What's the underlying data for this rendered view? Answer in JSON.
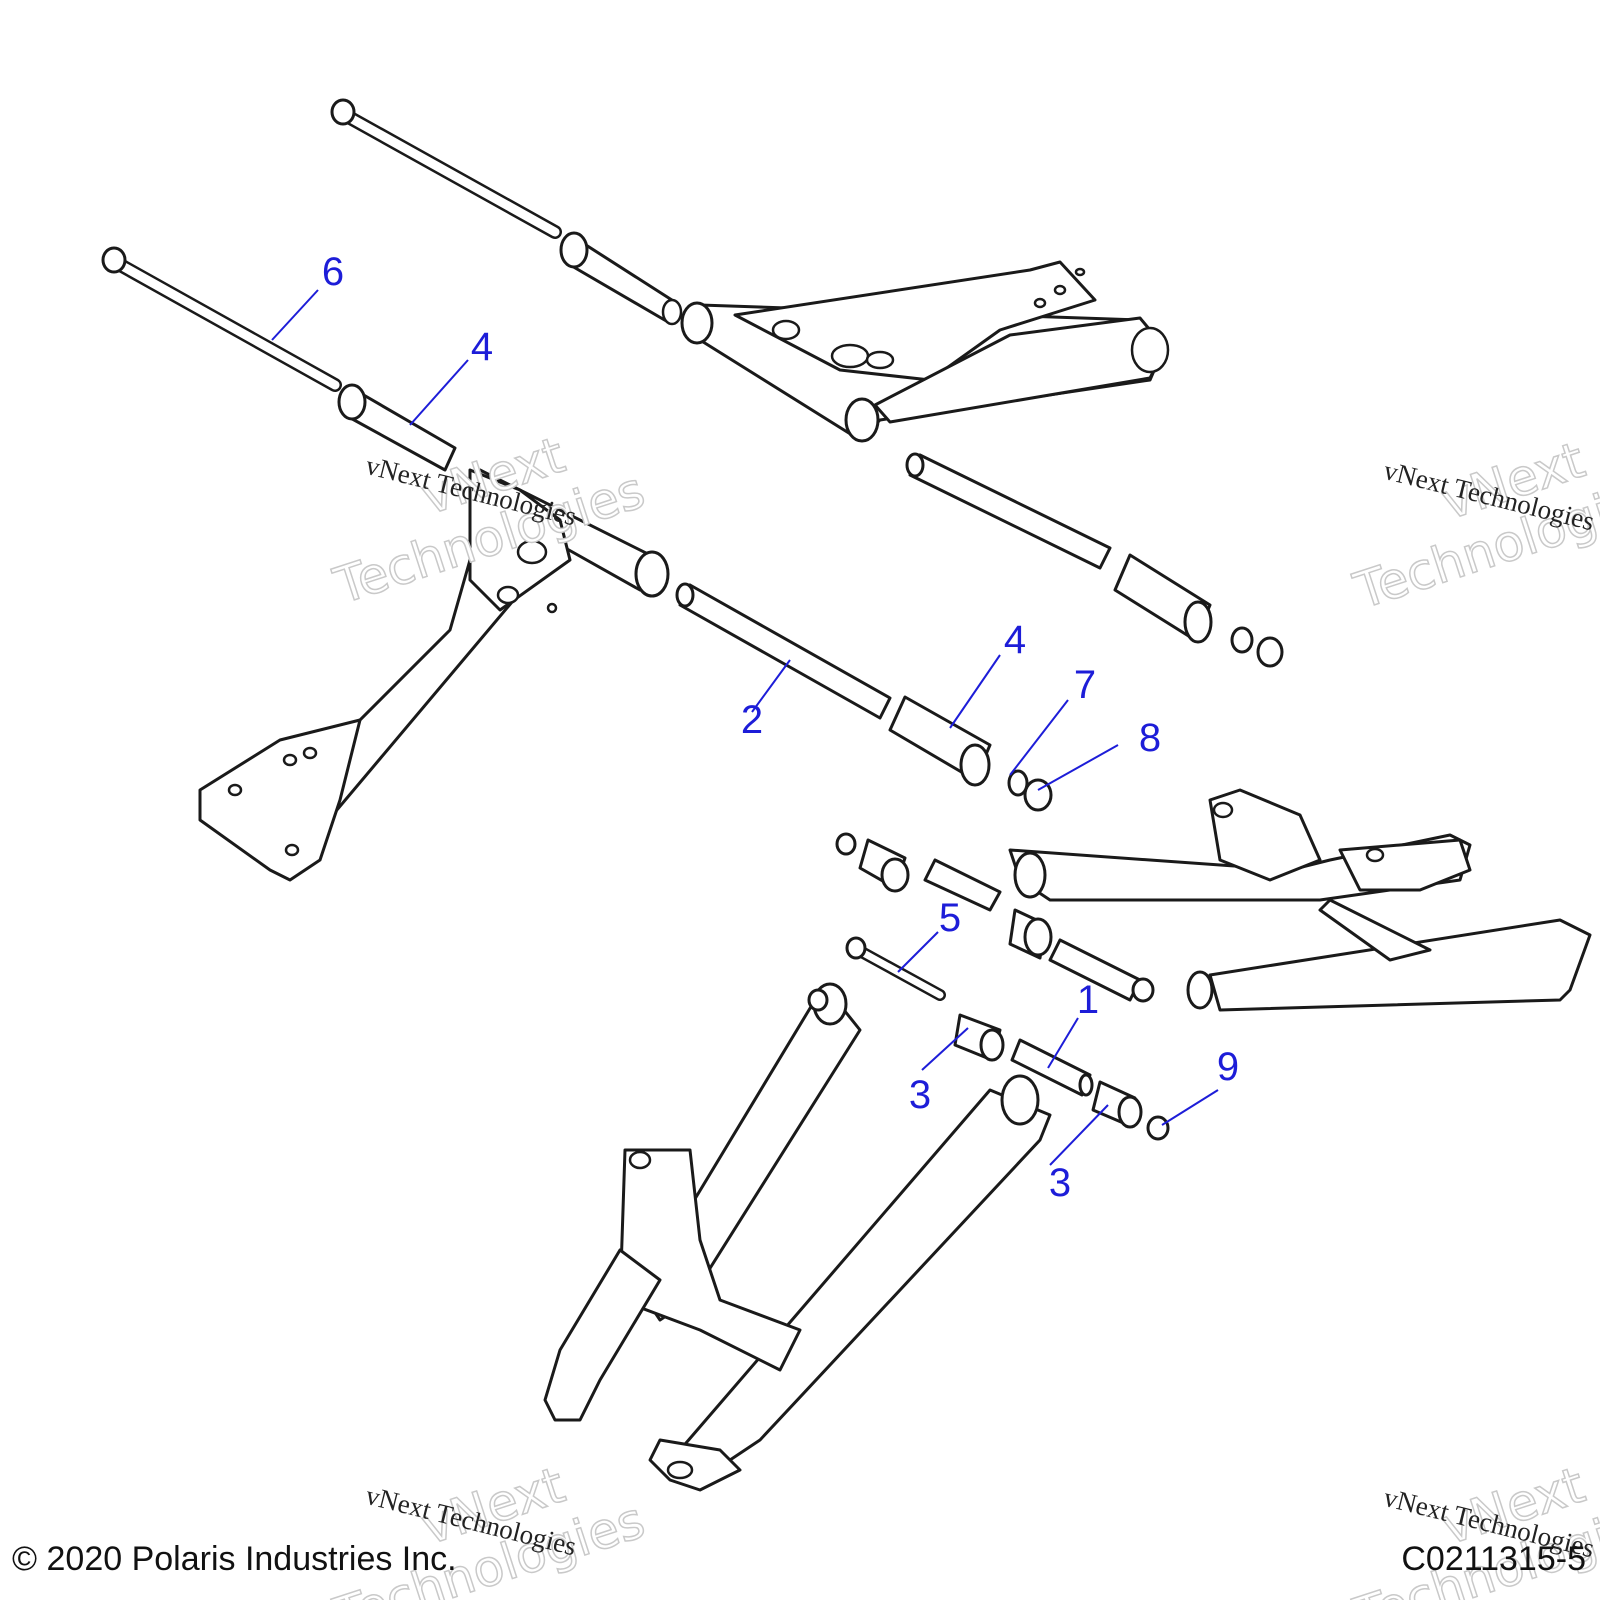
{
  "callouts": [
    {
      "id": "c6",
      "label": "6"
    },
    {
      "id": "c4a",
      "label": "4"
    },
    {
      "id": "c2",
      "label": "2"
    },
    {
      "id": "c4b",
      "label": "4"
    },
    {
      "id": "c7",
      "label": "7"
    },
    {
      "id": "c8",
      "label": "8"
    },
    {
      "id": "c5",
      "label": "5"
    },
    {
      "id": "c1",
      "label": "1"
    },
    {
      "id": "c3a",
      "label": "3"
    },
    {
      "id": "c3b",
      "label": "3"
    },
    {
      "id": "c9",
      "label": "9"
    }
  ],
  "watermark": {
    "brand_line1": "vNext",
    "brand_line2": "Technologies",
    "caption": "vNext Technologies"
  },
  "footer": {
    "copyright": "© 2020 Polaris Industries Inc.",
    "figure_code": "C0211315-5"
  },
  "colors": {
    "callout": "#1d1dd8",
    "linework": "#1a1a1a",
    "watermark_outline": "#c9c9c9"
  }
}
